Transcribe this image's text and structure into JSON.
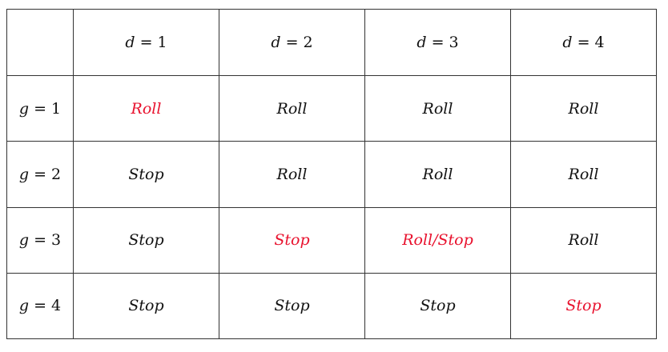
{
  "columns": [
    {
      "var": "d",
      "value": "1"
    },
    {
      "var": "d",
      "value": "2"
    },
    {
      "var": "d",
      "value": "3"
    },
    {
      "var": "d",
      "value": "4"
    }
  ],
  "rows": [
    {
      "var": "g",
      "value": "1",
      "cells": [
        {
          "text": "Roll",
          "color": "#e8112d"
        },
        {
          "text": "Roll",
          "color": "#111111"
        },
        {
          "text": "Roll",
          "color": "#111111"
        },
        {
          "text": "Roll",
          "color": "#111111"
        }
      ]
    },
    {
      "var": "g",
      "value": "2",
      "cells": [
        {
          "text": "Stop",
          "color": "#111111"
        },
        {
          "text": "Roll",
          "color": "#111111"
        },
        {
          "text": "Roll",
          "color": "#111111"
        },
        {
          "text": "Roll",
          "color": "#111111"
        }
      ]
    },
    {
      "var": "g",
      "value": "3",
      "cells": [
        {
          "text": "Stop",
          "color": "#111111"
        },
        {
          "text": "Stop",
          "color": "#e8112d"
        },
        {
          "text": "Roll/Stop",
          "color": "#e8112d"
        },
        {
          "text": "Roll",
          "color": "#111111"
        }
      ]
    },
    {
      "var": "g",
      "value": "4",
      "cells": [
        {
          "text": "Stop",
          "color": "#111111"
        },
        {
          "text": "Stop",
          "color": "#111111"
        },
        {
          "text": "Stop",
          "color": "#111111"
        },
        {
          "text": "Stop",
          "color": "#e8112d"
        }
      ]
    }
  ],
  "operator": "="
}
